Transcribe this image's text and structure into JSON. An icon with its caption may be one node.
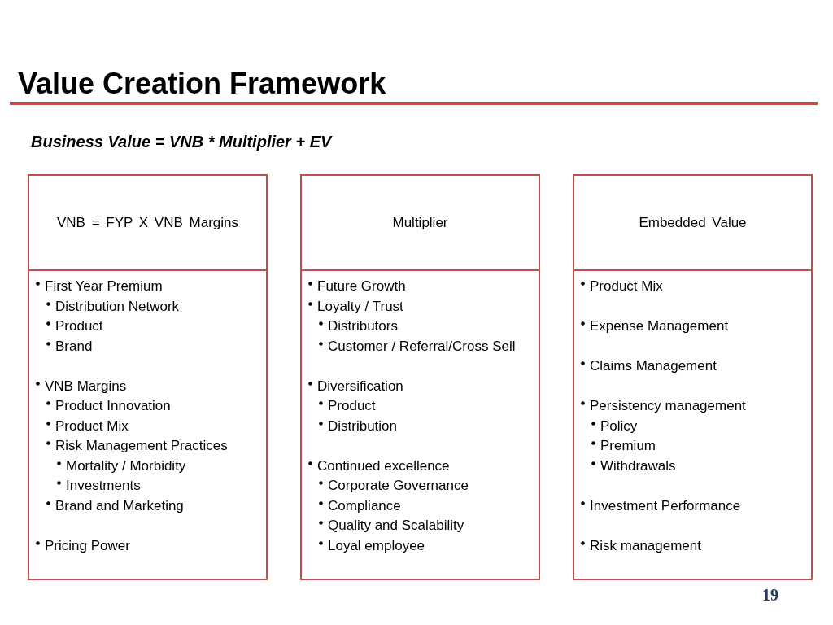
{
  "diagram": {
    "title": "Value Creation Framework",
    "nodes": [
      {
        "text": [
          "VNB = FYP X VNB Margins"
        ]
      },
      {
        "text": [
          "First Year Premium",
          "Distribution Network",
          "Product",
          "Brand",
          "VNB Margins",
          "Product Innovation",
          "Product Mix",
          "Risk Management Practices",
          "Mortality / Morbidity",
          "Investments",
          "Brand and Marketing",
          "Pricing Power"
        ]
      },
      {
        "text": [
          "Multiplier"
        ]
      },
      {
        "text": [
          "Future Growth",
          "Loyalty / Trust",
          "Distributors",
          "Customer / Referral/Cross Sell",
          "Diversification",
          "Product",
          "Distribution",
          "Continued excellence",
          "Corporate Governance",
          "Compliance",
          "Quality and Scalability",
          "Loyal employee"
        ]
      },
      {
        "text": [
          "Embedded Value"
        ]
      },
      {
        "text": [
          "Product Mix",
          "Expense Management",
          "Claims Management",
          "Persistency management",
          "Policy",
          "Premium",
          "Withdrawals",
          "Investment Performance",
          "Risk management"
        ]
      }
    ],
    "labels": [
      "Business Value = VNB * Multiplier + EV",
      "19"
    ]
  }
}
